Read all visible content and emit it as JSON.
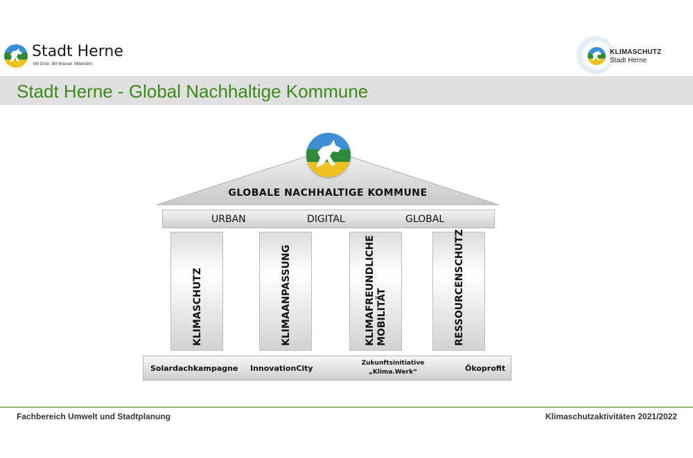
{
  "header": {
    "logo_title": "Stadt Herne",
    "logo_tagline": "Mit Grün. Mit Wasser. Mittendrin.",
    "klimaschutz_title": "KLIMASCHUTZ",
    "klimaschutz_sub": "Stadt Herne"
  },
  "page_title": "Stadt Herne - Global Nachhaltige Kommune",
  "diagram": {
    "roof_label": "GLOBALE  NACHHALTIGE  KOMMUNE",
    "beam_words": [
      "URBAN",
      "DIGITAL",
      "GLOBAL"
    ],
    "pillars": [
      {
        "line1": "KLIMASCHUTZ",
        "line2": ""
      },
      {
        "line1": "KLIMAANPASSUNG",
        "line2": ""
      },
      {
        "line1": "KLIMAFREUNDLICHE",
        "line2": "MOBILITÄT"
      },
      {
        "line1": "RESSOURCENSCHUTZ",
        "line2": ""
      }
    ],
    "base_items": [
      {
        "line1": "Solardachkampagne",
        "line2": ""
      },
      {
        "line1": "InnovationCity",
        "line2": ""
      },
      {
        "line1": "Zukunftsinitiative",
        "line2": "„Klima.Werk“"
      },
      {
        "line1": "Ökoprofit",
        "line2": ""
      }
    ]
  },
  "footer": {
    "left": "Fachbereich Umwelt und Stadtplanung",
    "right": "Klimaschutzaktivitäten 2021/2022"
  },
  "colors": {
    "title_green": "#3a8a1a",
    "emblem_blue": "#3c8fd0",
    "emblem_green": "#2e8a3a",
    "emblem_yellow": "#f0c020"
  }
}
